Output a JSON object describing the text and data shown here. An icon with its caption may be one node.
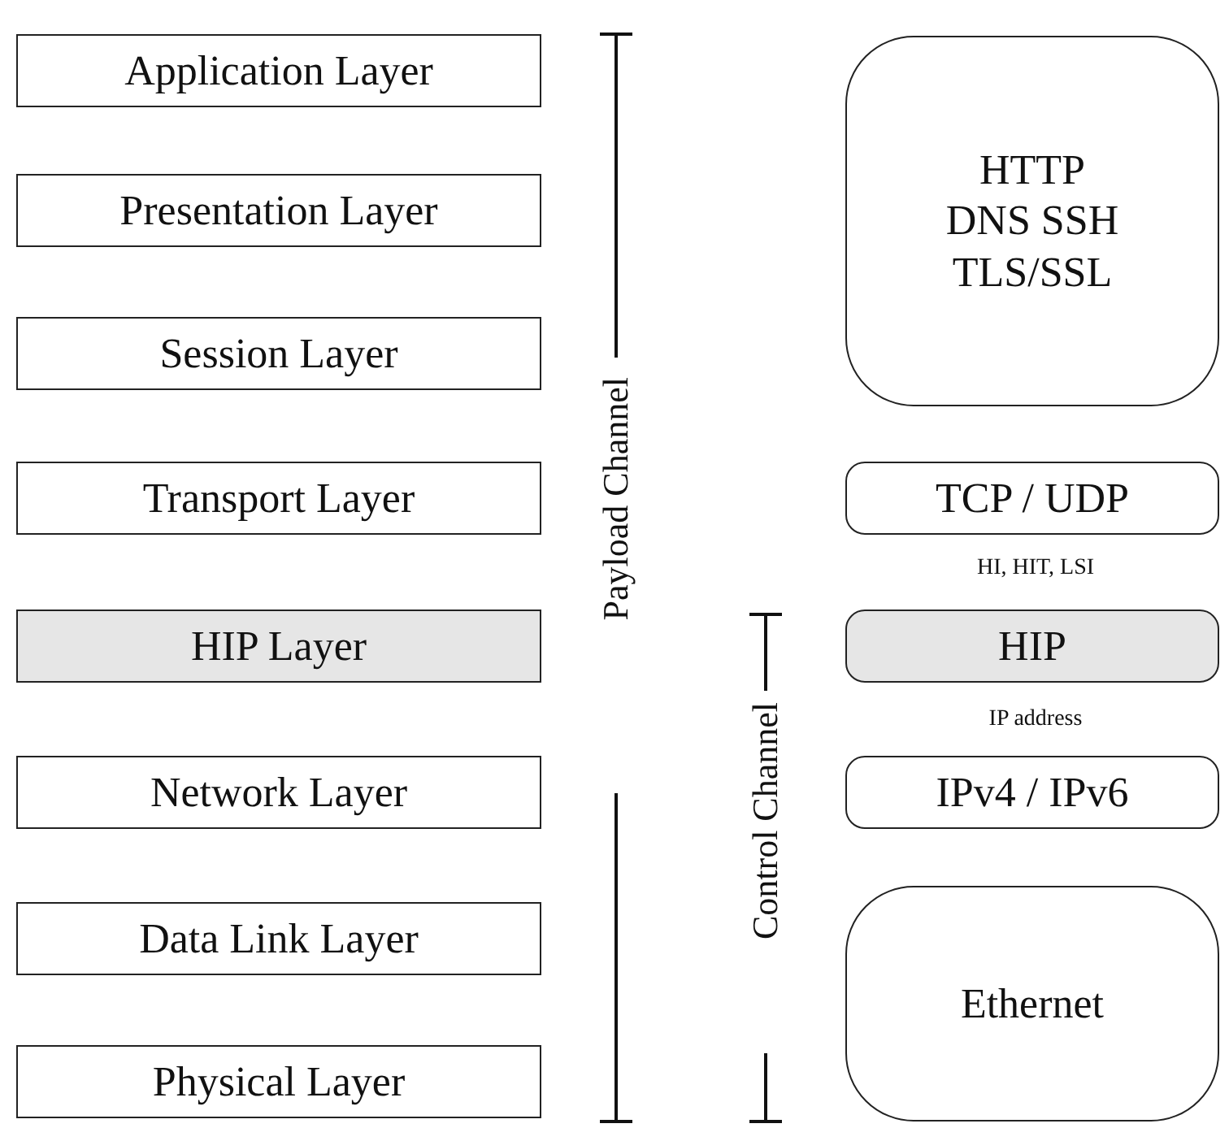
{
  "diagram": {
    "nodes": [
      {
        "text": [
          "Application Layer"
        ]
      },
      {
        "text": [
          "Presentation Layer"
        ]
      },
      {
        "text": [
          "Session Layer"
        ]
      },
      {
        "text": [
          "Transport Layer"
        ]
      },
      {
        "text": [
          "HIP Layer"
        ]
      },
      {
        "text": [
          "Network Layer"
        ]
      },
      {
        "text": [
          "Data Link Layer"
        ]
      },
      {
        "text": [
          "Physical Layer"
        ]
      },
      {
        "text": [
          "HTTP DNS SSH TLS/SSL"
        ]
      },
      {
        "text": [
          "TCP / UDP"
        ]
      },
      {
        "text": [
          "HIP"
        ]
      },
      {
        "text": [
          "IPv4 / IPv6"
        ]
      },
      {
        "text": [
          "Ethernet"
        ]
      }
    ],
    "edges": [],
    "labels": [
      "Payload Channel",
      "HI, HIT, LSI",
      "IP address",
      "Control Channel"
    ]
  }
}
